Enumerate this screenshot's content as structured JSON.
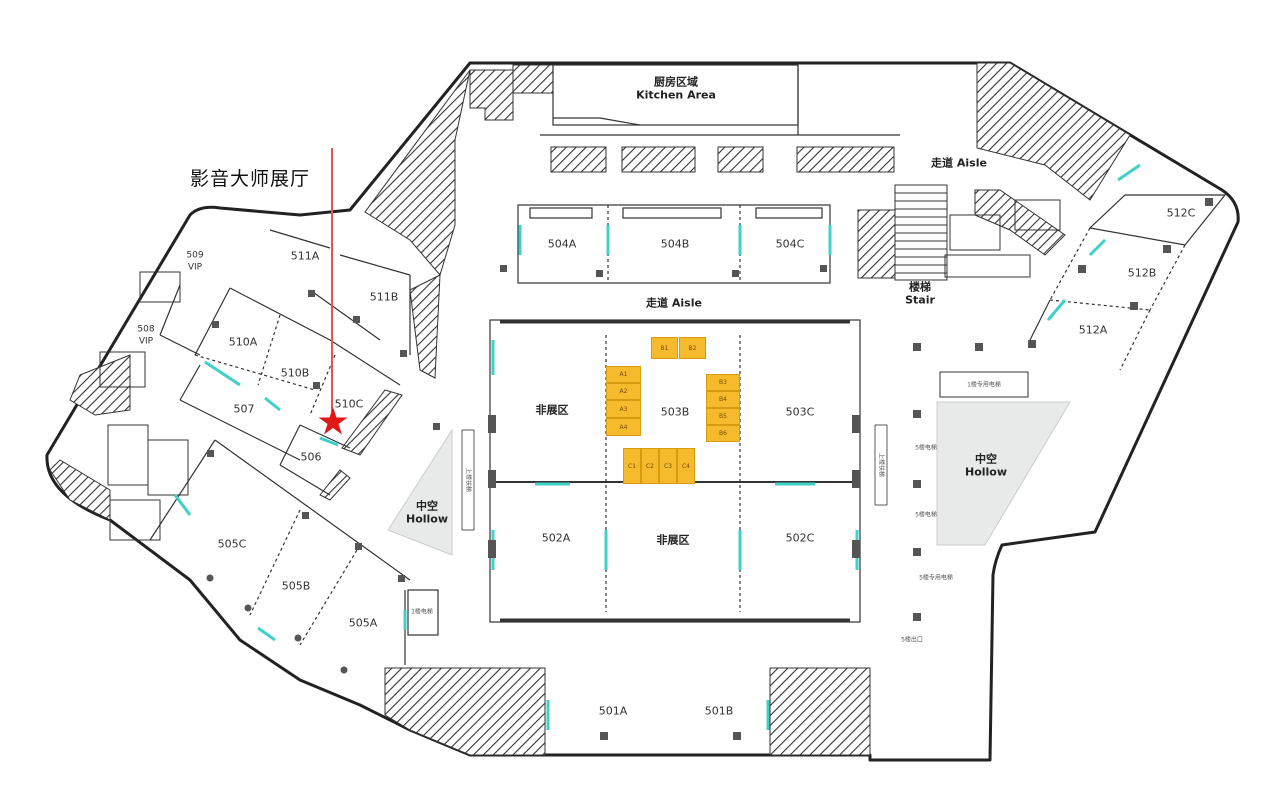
{
  "annotation": {
    "text": "影音大师展厅",
    "line_color": "#e25555",
    "star_color": "#e01818"
  },
  "colors": {
    "wall": "#222222",
    "accent_teal": "#3fd0c8",
    "booth_fill": "#f6bb2c",
    "hollow_fill": "#e8eaea",
    "pillar": "#555555"
  },
  "areas": {
    "kitchen_cn": "厨房区域",
    "kitchen_en": "Kitchen Area",
    "aisle_top": "走道 Aisle",
    "aisle_mid": "走道 Aisle",
    "stair_cn": "楼梯",
    "stair_en": "Stair",
    "hollow_left_cn": "中空",
    "hollow_left_en": "Hollow",
    "hollow_right_cn": "中空",
    "hollow_right_en": "Hollow",
    "non_exhibit_1": "非展区",
    "non_exhibit_2": "非展区"
  },
  "rooms": [
    {
      "id": "r501a",
      "label": "501A"
    },
    {
      "id": "r501b",
      "label": "501B"
    },
    {
      "id": "r502a",
      "label": "502A"
    },
    {
      "id": "r502c",
      "label": "502C"
    },
    {
      "id": "r503b",
      "label": "503B"
    },
    {
      "id": "r503c",
      "label": "503C"
    },
    {
      "id": "r504a",
      "label": "504A"
    },
    {
      "id": "r504b",
      "label": "504B"
    },
    {
      "id": "r504c",
      "label": "504C"
    },
    {
      "id": "r505a",
      "label": "505A"
    },
    {
      "id": "r505b",
      "label": "505B"
    },
    {
      "id": "r505c",
      "label": "505C"
    },
    {
      "id": "r506",
      "label": "506"
    },
    {
      "id": "r507",
      "label": "507"
    },
    {
      "id": "r508",
      "label": "508"
    },
    {
      "id": "r509",
      "label": "509"
    },
    {
      "id": "r510a",
      "label": "510A"
    },
    {
      "id": "r510b",
      "label": "510B"
    },
    {
      "id": "r510c",
      "label": "510C"
    },
    {
      "id": "r511a",
      "label": "511A"
    },
    {
      "id": "r511b",
      "label": "511B"
    },
    {
      "id": "r512a",
      "label": "512A"
    },
    {
      "id": "r512b",
      "label": "512B"
    },
    {
      "id": "r512c",
      "label": "512C"
    }
  ],
  "vip": {
    "v508": "VIP",
    "v509": "VIP"
  },
  "booths": {
    "top": [
      "B1",
      "B2"
    ],
    "left": [
      "A1",
      "A2",
      "A3",
      "A4"
    ],
    "right": [
      "B3",
      "B4",
      "B5",
      "B6"
    ],
    "bottom": [
      "C1",
      "C2",
      "C3",
      "C4"
    ]
  },
  "small_labels": {
    "elevator_right": "1楼专用电梯",
    "escalator_left": "上楼扶梯",
    "escalator_right": "上楼扶梯",
    "elevator_left": "1楼电梯",
    "side_1": "5楼电梯",
    "side_2": "5楼电梯",
    "side_3": "5楼专用电梯",
    "side_4": "5楼出口"
  }
}
